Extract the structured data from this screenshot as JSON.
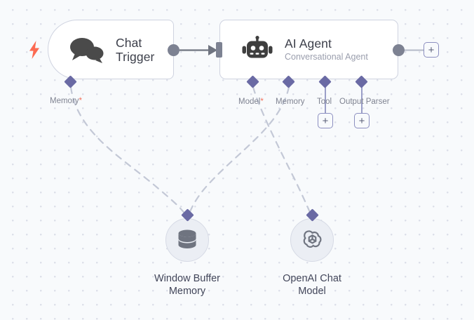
{
  "canvas": {
    "background_color": "#f8fafc",
    "grid_dot_color": "#dcdfe9",
    "grid_spacing": 20
  },
  "colors": {
    "node_border": "#cfd3e0",
    "node_fill": "#ffffff",
    "title_text": "#3c3f4a",
    "subtitle_text": "#9a9ead",
    "port_label_text": "#7f8391",
    "diamond": "#6a6aa4",
    "endpoint_gray": "#7d8292",
    "connector_line": "#9aa0b0",
    "dashed_connector": "#c3c8d6",
    "plus_border": "#8c8fc0",
    "required_asterisk": "#f2705a",
    "trigger_bolt": "#fc6a51",
    "subnode_fill": "#ebeef4",
    "subnode_border": "#d6dae5",
    "icon_dark": "#4a4a4a",
    "icon_gray": "#6f7480"
  },
  "nodes": [
    {
      "id": "chat-trigger",
      "title": "Chat Trigger",
      "subtitle": "",
      "icon": "chat-bubbles-icon",
      "is_trigger": true,
      "trigger_icon": "lightning-bolt-icon",
      "ports": [
        {
          "id": "chat-trigger-memory",
          "label": "Memory",
          "required": true,
          "type": "diamond"
        }
      ],
      "output": {
        "type": "dot"
      }
    },
    {
      "id": "ai-agent",
      "title": "AI Agent",
      "subtitle": "Conversational Agent",
      "icon": "robot-icon",
      "is_trigger": false,
      "input": {
        "type": "rect"
      },
      "ports": [
        {
          "id": "ai-agent-model",
          "label": "Model",
          "required": true,
          "type": "diamond",
          "has_plus": false
        },
        {
          "id": "ai-agent-memory",
          "label": "Memory",
          "required": false,
          "type": "diamond",
          "has_plus": false
        },
        {
          "id": "ai-agent-tool",
          "label": "Tool",
          "required": false,
          "type": "diamond",
          "has_plus": true
        },
        {
          "id": "ai-agent-output-parser",
          "label": "Output Parser",
          "required": false,
          "type": "diamond",
          "has_plus": true
        }
      ],
      "output": {
        "type": "dot",
        "has_plus": true
      }
    }
  ],
  "subnodes": [
    {
      "id": "window-buffer-memory",
      "label_line1": "Window Buffer",
      "label_line2": "Memory",
      "icon": "database-icon"
    },
    {
      "id": "openai-chat-model",
      "label_line1": "OpenAI Chat",
      "label_line2": "Model",
      "icon": "openai-icon"
    }
  ],
  "buttons": {
    "plus_label": "+",
    "agent_output_plus": "+",
    "tool_plus": "+",
    "output_parser_plus": "+"
  },
  "required_marker": "*"
}
